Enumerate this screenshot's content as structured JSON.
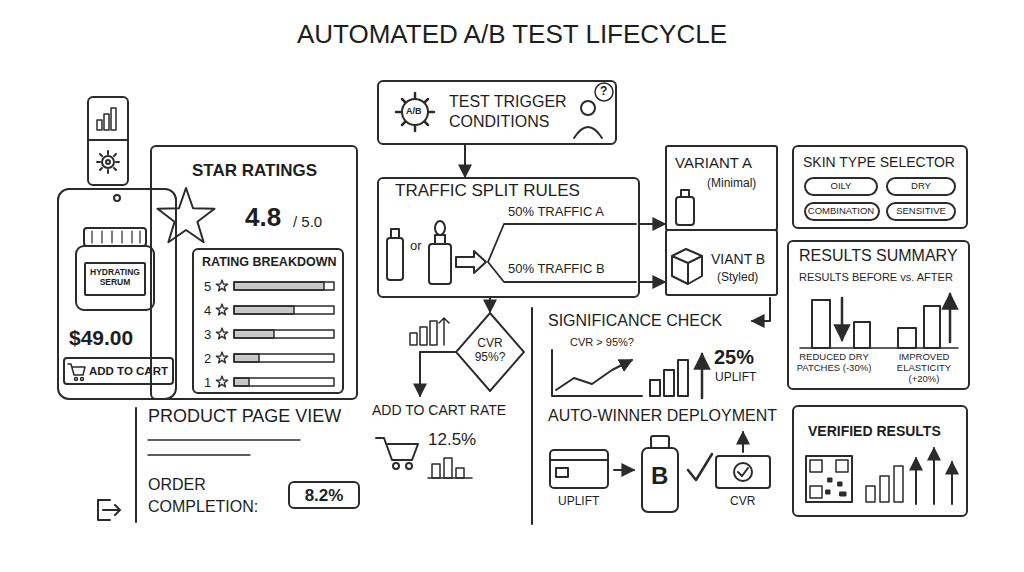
{
  "diagram": {
    "title": "AUTOMATED A/B TEST LIFECYCLE",
    "nodes": [
      {
        "text": [
          "$49.00"
        ]
      },
      {
        "text": [
          "HYDRATING SERUM"
        ],
        "in": 0
      },
      {
        "text": [
          "ADD TO CART"
        ],
        "in": 0
      },
      {
        "text": [
          "STAR RATINGS",
          "4.8",
          "/ 5.0"
        ]
      },
      {
        "text": [
          "RATING BREAKDOWN",
          "5",
          "4",
          "3",
          "2",
          "1"
        ],
        "in": 3
      },
      {
        "text": [
          "8.2%"
        ]
      },
      {
        "text": [
          "TEST TRIGGER CONDITIONS"
        ]
      },
      {
        "text": [
          "TRAFFIC SPLIT RULES",
          "or",
          "50% TRAFFIC A",
          "50% TRAFFIC B"
        ]
      },
      {
        "text": [
          "VARIANT A",
          "(Minimal)"
        ]
      },
      {
        "text": [
          "VIANT B",
          "(Styled)"
        ]
      },
      {
        "text": [
          "CVR 95%?"
        ]
      },
      {
        "text": [
          "SKIN TYPE SELECTOR"
        ]
      },
      {
        "text": [
          "OILY"
        ],
        "in": 11
      },
      {
        "text": [
          "DRY"
        ],
        "in": 11
      },
      {
        "text": [
          "COMBINATION"
        ],
        "in": 11
      },
      {
        "text": [
          "SENSITIVE"
        ],
        "in": 11
      },
      {
        "text": [
          "RESULTS SUMMARY",
          "RESULTS BEFORE vs. AFTER",
          "REDUCED DRY PATCHES (-30%)",
          "IMPROVED ELASTICITY (+20%)"
        ]
      },
      {
        "text": [
          "VERIFIED RESULTS"
        ]
      }
    ],
    "edges": [
      {
        "from": 6,
        "to": 7,
        "arrow": "to"
      },
      {
        "from": 7,
        "to": 8,
        "arrow": "to"
      },
      {
        "from": 7,
        "to": 9,
        "arrow": "to"
      },
      {
        "from": 7,
        "to": 10,
        "arrow": "to"
      }
    ],
    "labels": [
      "?",
      "A/B",
      "PRODUCT PAGE VIEW",
      "ORDER COMPLETION:",
      "ADD TO CART RATE",
      "12.5%",
      "SIGNIFICANCE CHECK",
      "CVR > 95%?",
      "25%",
      "UPLIFT",
      "AUTO-WINNER DEPLOYMENT",
      "B",
      "UPLIFT",
      "CVR"
    ]
  }
}
